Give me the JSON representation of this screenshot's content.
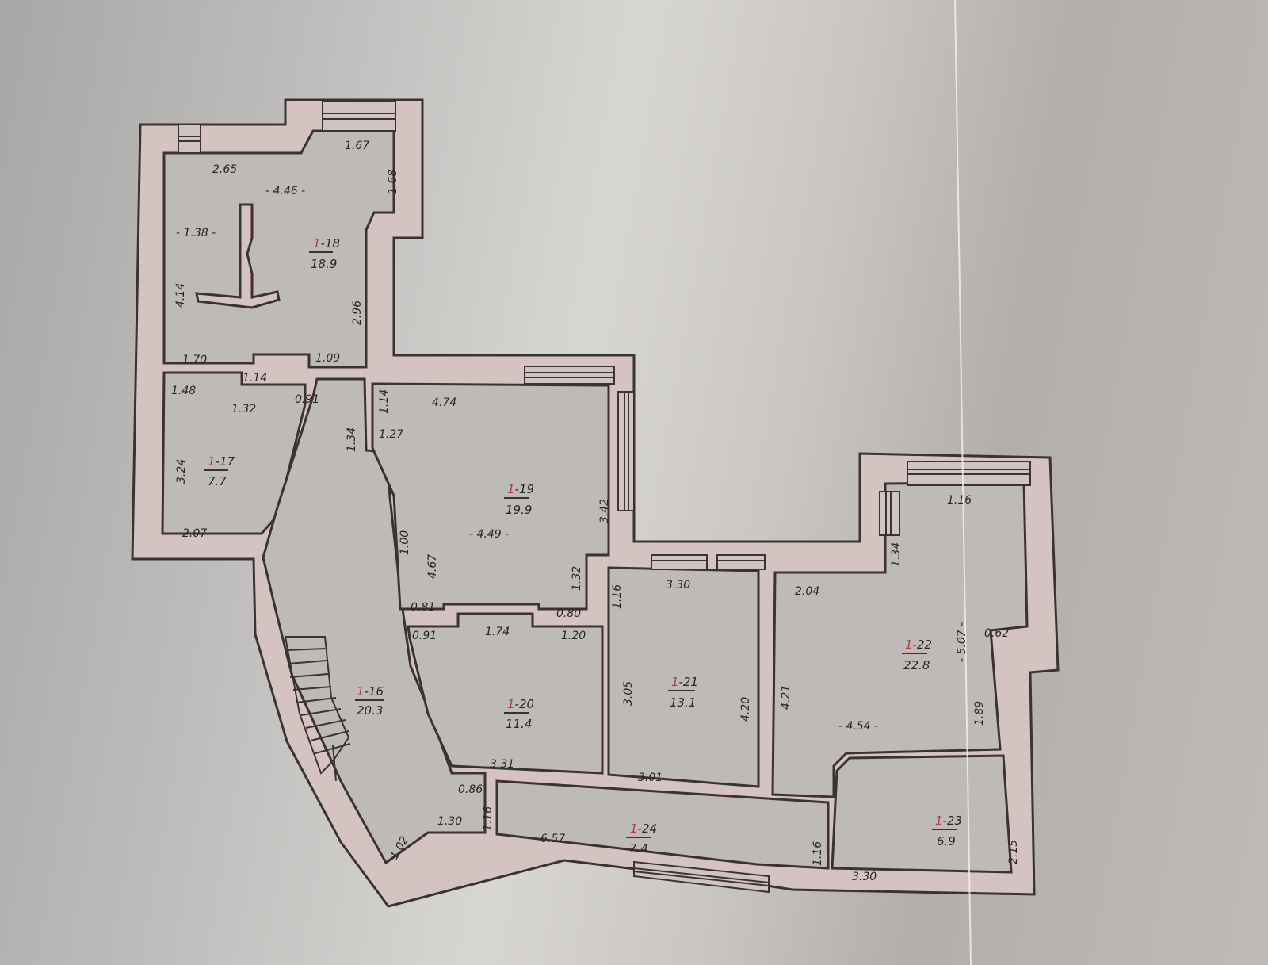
{
  "rooms": [
    {
      "prefix": "1",
      "number": "-18",
      "area": "18.9"
    },
    {
      "prefix": "1",
      "number": "-17",
      "area": "7.7"
    },
    {
      "prefix": "1",
      "number": "-16",
      "area": "20.3"
    },
    {
      "prefix": "1",
      "number": "-19",
      "area": "19.9"
    },
    {
      "prefix": "1",
      "number": "-20",
      "area": "11.4"
    },
    {
      "prefix": "1",
      "number": "-21",
      "area": "13.1"
    },
    {
      "prefix": "1",
      "number": "-22",
      "area": "22.8"
    },
    {
      "prefix": "1",
      "number": "-23",
      "area": "6.9"
    },
    {
      "prefix": "1",
      "number": "-24",
      "area": "7.4"
    }
  ],
  "dimensions": [
    "1.67",
    "1.68",
    "2.65",
    "- 4.46 -",
    "- 1.38 -",
    "4.14",
    "2.96",
    "1.70",
    "1.09",
    "1.14",
    "1.48",
    "1.32",
    "0.91",
    "1.14",
    "1.34",
    "1.27",
    "4.74",
    "3.24",
    "2.07",
    "3.42",
    "1.00",
    "4.67",
    "- 4.49 -",
    "1.32",
    "0.81",
    "0.80",
    "1.16",
    "1.74",
    "0.91",
    "1.20",
    "3.31",
    "3.30",
    "3.05",
    "4.20",
    "3.01",
    "1.34",
    "1.16",
    "2.04",
    "- 5.07 -",
    "0.62",
    "4.21",
    "1.89",
    "- 4.54 -",
    "0.86",
    "1.16",
    "1.30",
    "1.02",
    "6.57",
    "1.16",
    "2.15",
    "3.30"
  ],
  "colors": {
    "wall": "#d5c3c2",
    "room": "#bdbab7",
    "line": "#3b3232",
    "room_prefix": "#b23b45"
  }
}
